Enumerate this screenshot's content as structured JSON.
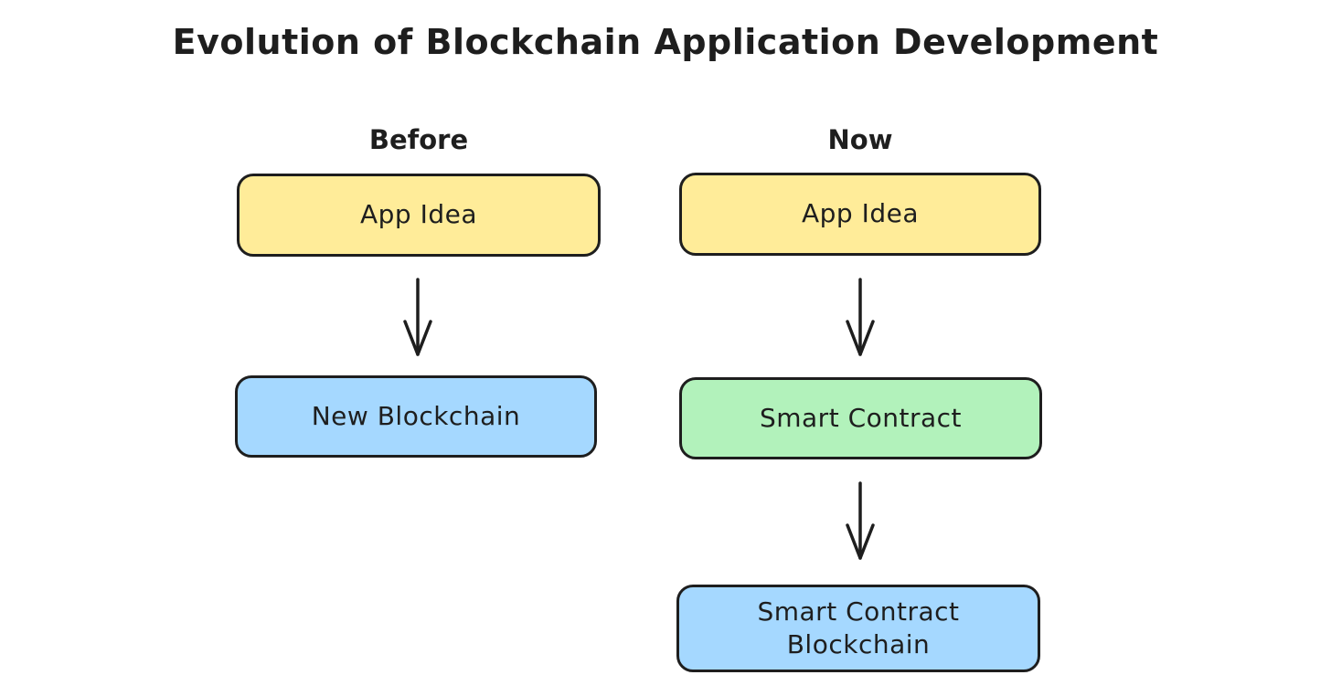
{
  "title": "Evolution of Blockchain Application Development",
  "colors": {
    "yellow": "#ffec99",
    "blue": "#a5d8ff",
    "green": "#b2f2bb",
    "stroke": "#1e1e1e",
    "background": "#ffffff"
  },
  "columns": [
    {
      "label": "Before",
      "nodes": [
        {
          "label": "App Idea",
          "fill": "yellow"
        },
        {
          "label": "New Blockchain",
          "fill": "blue"
        }
      ]
    },
    {
      "label": "Now",
      "nodes": [
        {
          "label": "App Idea",
          "fill": "yellow"
        },
        {
          "label": "Smart Contract",
          "fill": "green"
        },
        {
          "label": "Smart Contract Blockchain",
          "fill": "blue"
        }
      ]
    }
  ]
}
